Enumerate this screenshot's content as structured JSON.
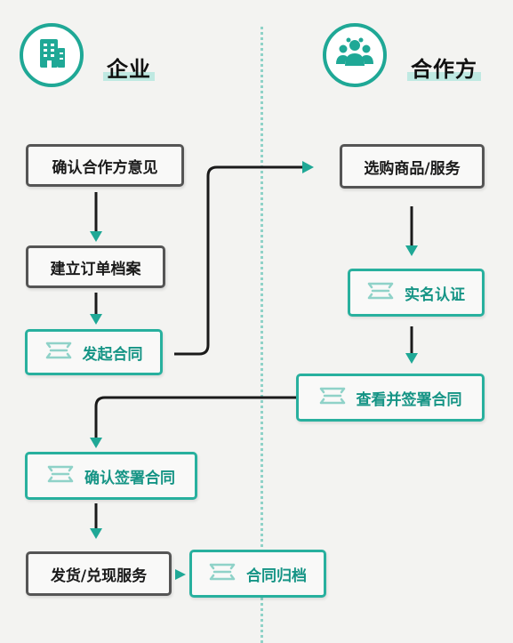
{
  "headers": {
    "left": {
      "title": "企业",
      "icon": "building-icon"
    },
    "right": {
      "title": "合作方",
      "icon": "group-icon"
    }
  },
  "steps": {
    "confirm_opinion": "确认合作方意见",
    "build_archive": "建立订单档案",
    "initiate_contract": "发起合同",
    "select_goods": "选购商品/服务",
    "real_name_auth": "实名认证",
    "view_sign_contract": "查看并签署合同",
    "confirm_sign_contract": "确认签署合同",
    "ship_redeem": "发货/兑现服务",
    "archive_contract": "合同归档"
  },
  "colors": {
    "accent": "#1fa896",
    "accent_text": "#159485",
    "plain_border": "#555555",
    "arrow_dark": "#111111",
    "divider": "#8fd2c8"
  }
}
